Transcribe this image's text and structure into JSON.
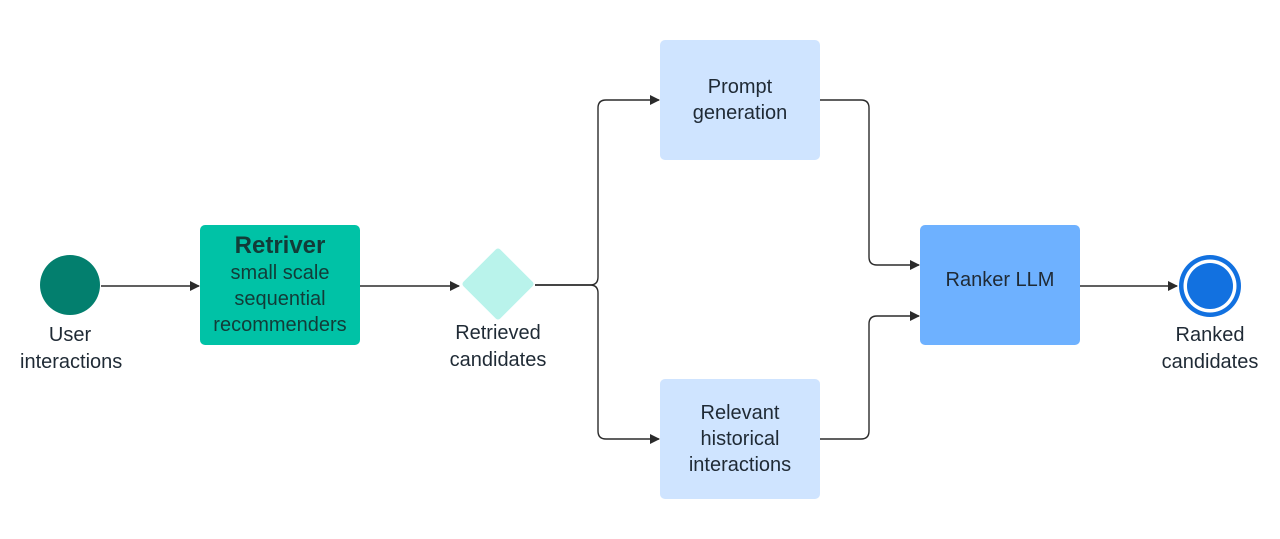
{
  "nodes": {
    "start": {
      "label_lines": [
        "User",
        "interactions"
      ],
      "color": "#037f6e"
    },
    "retriever": {
      "title": "Retriver",
      "sub_lines": [
        "small scale",
        "sequential",
        "recommenders"
      ],
      "color": "#00c2a6"
    },
    "gateway": {
      "label_lines": [
        "Retrieved",
        "candidates"
      ],
      "color": "#b9f3eb"
    },
    "prompt": {
      "lines": [
        "Prompt",
        "generation"
      ],
      "color": "#cfe4ff"
    },
    "history": {
      "lines": [
        "Relevant",
        "historical",
        "interactions"
      ],
      "color": "#cfe4ff"
    },
    "ranker": {
      "lines": [
        "Ranker LLM"
      ],
      "color": "#6eb1ff"
    },
    "end": {
      "label_lines": [
        "Ranked",
        "candidates"
      ],
      "color": "#1271e0"
    }
  }
}
